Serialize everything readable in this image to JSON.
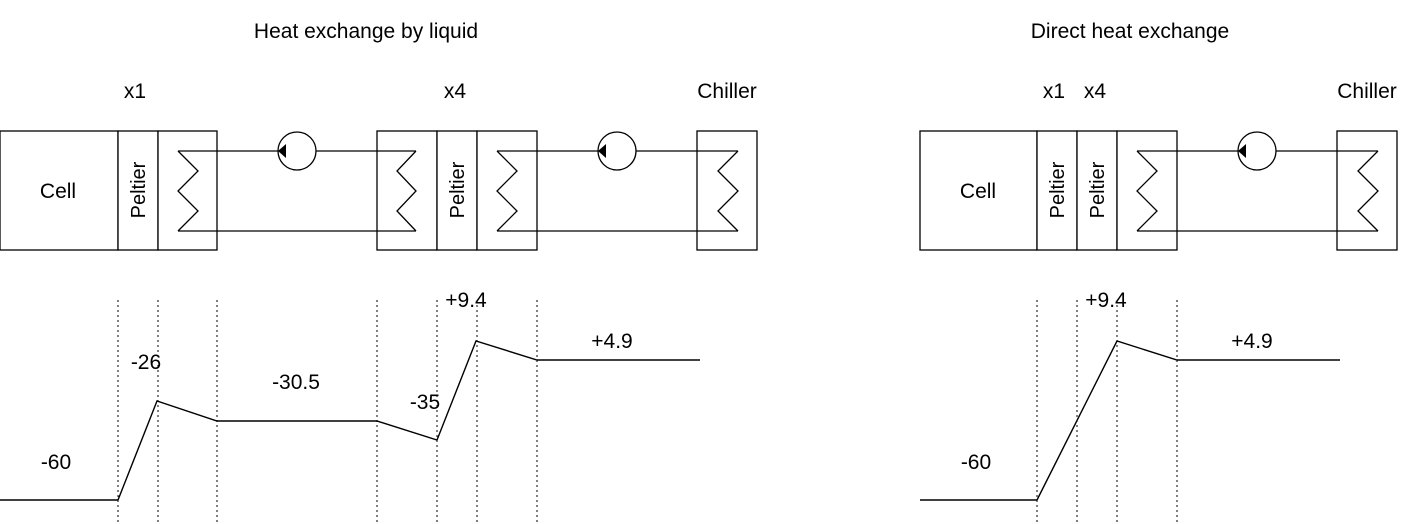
{
  "panels": {
    "liquid": {
      "title": "Heat exchange by liquid",
      "multiplier_a": "x1",
      "multiplier_b": "x4",
      "chiller": "Chiller",
      "cell": "Cell",
      "peltier_a": "Peltier",
      "peltier_b": "Peltier",
      "temps": {
        "cell": "-60",
        "peltier_hot": "-26",
        "loop": "-30.5",
        "peltier2_cold": "-35",
        "peltier2_hot": "+9.4",
        "chiller": "+4.9"
      }
    },
    "direct": {
      "title": "Direct heat exchange",
      "multiplier_a": "x1",
      "multiplier_b": "x4",
      "chiller": "Chiller",
      "cell": "Cell",
      "peltier_a": "Peltier",
      "peltier_b": "Peltier",
      "temps": {
        "cell": "-60",
        "peltier_hot": "+9.4",
        "chiller": "+4.9"
      }
    }
  }
}
